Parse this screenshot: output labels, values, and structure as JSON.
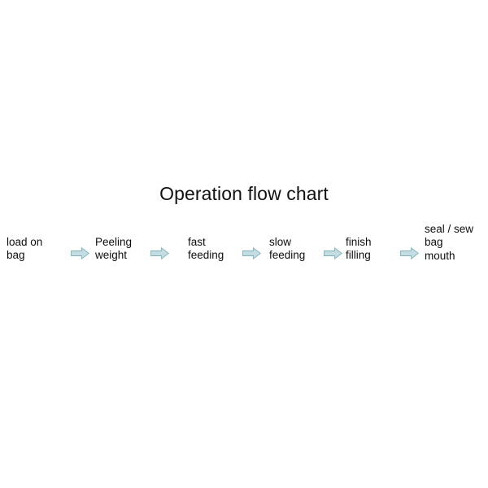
{
  "figure": {
    "title": "Operation flow chart",
    "background_color": "#ffffff",
    "text_color": "#0d0d0d"
  },
  "flow": {
    "arrow_icon_name": "right-block-arrow-icon",
    "arrow_fill_color": "#c3dde2",
    "arrow_stroke_color": "#7fb2bd",
    "steps": [
      {
        "index": 1,
        "label": "load on\nbag",
        "lines": [
          "load on",
          "bag"
        ]
      },
      {
        "index": 2,
        "label": "Peeling\nweight",
        "lines": [
          "Peeling",
          "weight"
        ]
      },
      {
        "index": 3,
        "label": "fast\nfeeding",
        "lines": [
          "fast",
          "feeding"
        ]
      },
      {
        "index": 4,
        "label": "slow\nfeeding",
        "lines": [
          "slow",
          "feeding"
        ]
      },
      {
        "index": 5,
        "label": "finish\nfilling",
        "lines": [
          "finish",
          "filling"
        ]
      },
      {
        "index": 6,
        "label": "seal / sew\nbag\nmouth",
        "lines": [
          "seal / sew",
          "bag",
          "mouth"
        ]
      }
    ],
    "connectors": [
      {
        "index": 1,
        "from": "load on bag",
        "to": "Peeling weight"
      },
      {
        "index": 2,
        "from": "Peeling weight",
        "to": "fast feeding"
      },
      {
        "index": 3,
        "from": "fast feeding",
        "to": "slow feeding"
      },
      {
        "index": 4,
        "from": "slow feeding",
        "to": "finish filling"
      },
      {
        "index": 5,
        "from": "finish filling",
        "to": "seal / sew bag mouth"
      }
    ]
  }
}
